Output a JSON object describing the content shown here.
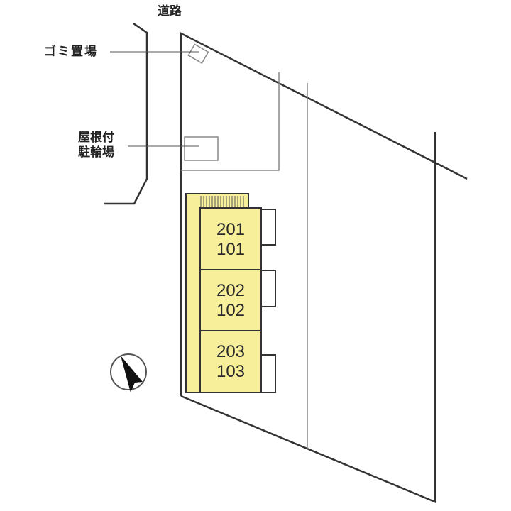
{
  "labels": {
    "road": "道路",
    "garbage": "ゴミ置場",
    "bike_parking_line1": "屋根付",
    "bike_parking_line2": "駐輪場"
  },
  "units": [
    {
      "upper": "201",
      "lower": "101"
    },
    {
      "upper": "202",
      "lower": "102"
    },
    {
      "upper": "203",
      "lower": "103"
    }
  ],
  "compass": {
    "icon": "north-arrow-icon"
  },
  "colors": {
    "building_fill": "#f7ef9a",
    "line": "#333333",
    "thin_line": "#777777"
  }
}
